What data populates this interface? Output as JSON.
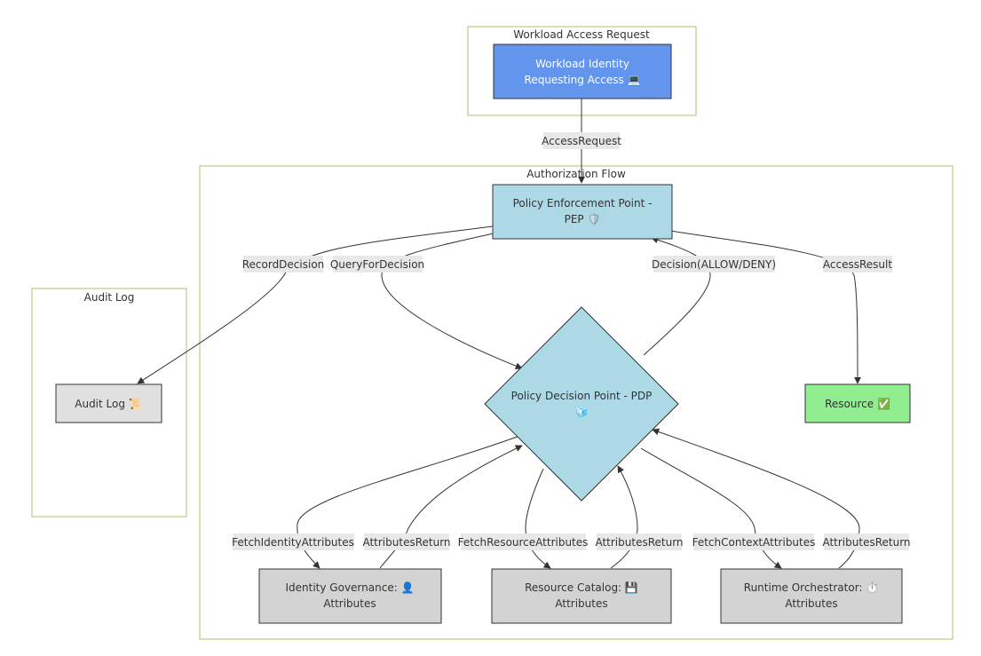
{
  "clusters": {
    "workload": "Workload Access Request",
    "authz": "Authorization Flow",
    "audit": "Audit Log"
  },
  "nodes": {
    "workload": {
      "line1": "Workload Identity",
      "line2": "Requesting Access 💻",
      "fill": "#6495ED"
    },
    "pep": {
      "line1": "Policy Enforcement Point -",
      "line2": "PEP 🛡️",
      "fill": "#ADD8E6"
    },
    "pdp": {
      "line1": "Policy Decision Point - PDP",
      "line2": "🧊",
      "fill": "#ADD8E6"
    },
    "resource": {
      "line1": "Resource ✅",
      "fill": "#90EE90"
    },
    "audit": {
      "line1": "Audit Log 📜",
      "fill": "#E0E0E0"
    },
    "identity": {
      "line1": "Identity Governance: 👤",
      "line2": "Attributes",
      "fill": "#D3D3D3"
    },
    "catalog": {
      "line1": "Resource Catalog: 💾",
      "line2": "Attributes",
      "fill": "#D3D3D3"
    },
    "runtime": {
      "line1": "Runtime Orchestrator: ⏱️",
      "line2": "Attributes",
      "fill": "#D3D3D3"
    }
  },
  "edges": {
    "access_request": "AccessRequest",
    "record_decision": "RecordDecision",
    "query_for_decision": "QueryForDecision",
    "decision": "Decision(ALLOW/DENY)",
    "access_result": "AccessResult",
    "fetch_identity": "FetchIdentityAttributes",
    "identity_return": "AttributesReturn",
    "fetch_resource": "FetchResourceAttributes",
    "resource_return": "AttributesReturn",
    "fetch_context": "FetchContextAttributes",
    "context_return": "AttributesReturn"
  }
}
